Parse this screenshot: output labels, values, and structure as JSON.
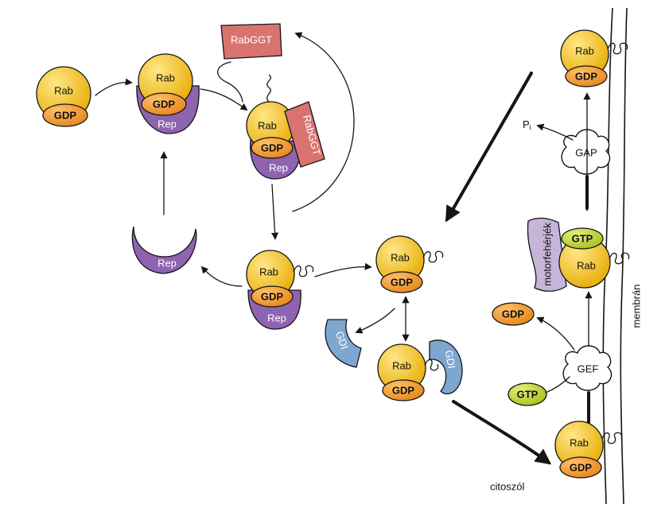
{
  "labels": {
    "rab": "Rab",
    "gdp": "GDP",
    "gtp": "GTP",
    "rep": "Rep",
    "rabggt": "RabGGT",
    "gdi": "GDI",
    "gap": "GAP",
    "gef": "GEF",
    "pi_main": "P",
    "pi_sub": "i",
    "motor": "motorfehérjék",
    "membrane": "membrán",
    "cytosol": "citoszól"
  },
  "colors": {
    "rab_yellow": "#f3c21b",
    "gdp_orange": "#ef9a2a",
    "gtp_green": "#c4d62b",
    "rep_purple": "#8e63b0",
    "rabggt_red": "#d9736f",
    "gdi_blue": "#7ea7cf",
    "motor_lavender": "#c6b5d9",
    "cloud_white": "#ffffff"
  }
}
